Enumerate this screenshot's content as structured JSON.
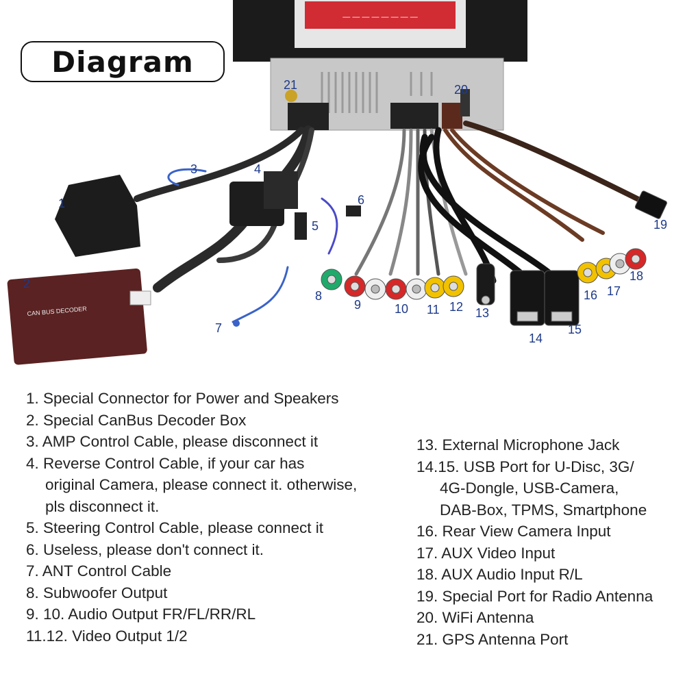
{
  "title": "Diagram",
  "callouts": [
    "1",
    "2",
    "3",
    "4",
    "5",
    "6",
    "7",
    "8",
    "9",
    "10",
    "11",
    "12",
    "13",
    "14",
    "15",
    "16",
    "17",
    "18",
    "19",
    "20",
    "21"
  ],
  "left_list": [
    [
      "1. Special Connector for Power and Speakers"
    ],
    [
      "2. Special CanBus Decoder Box"
    ],
    [
      "3. AMP Control Cable, please disconnect it"
    ],
    [
      "4. Reverse Control Cable, if your car has",
      "original Camera, please connect it. otherwise,",
      "pls disconnect it."
    ],
    [
      "5. Steering Control Cable, please connect it"
    ],
    [
      "6. Useless, please don't connect it."
    ],
    [
      "7. ANT Control Cable"
    ],
    [
      "8. Subwoofer Output"
    ],
    [
      "9. 10. Audio Output FR/FL/RR/RL"
    ],
    [
      "11.12. Video Output 1/2"
    ]
  ],
  "right_list": [
    [
      "13. External Microphone Jack"
    ],
    [
      "14.15. USB Port for U-Disc, 3G/",
      "4G-Dongle, USB-Camera,",
      "DAB-Box, TPMS, Smartphone"
    ],
    [
      "16. Rear View Camera Input"
    ],
    [
      "17. AUX Video Input"
    ],
    [
      "18. AUX Audio Input R/L"
    ],
    [
      "19. Special Port for Radio Antenna"
    ],
    [
      "20. WiFi Antenna"
    ],
    [
      "21. GPS Antenna Port"
    ]
  ],
  "decoder_box_label": "CAN BUS DECODER",
  "colors": {
    "label_blue": "#1e3a8a",
    "rca_red": "#d62828",
    "rca_white": "#eeeeee",
    "rca_yellow": "#f2c200",
    "rca_green": "#1faa6b",
    "box_brown": "#5a2222"
  }
}
